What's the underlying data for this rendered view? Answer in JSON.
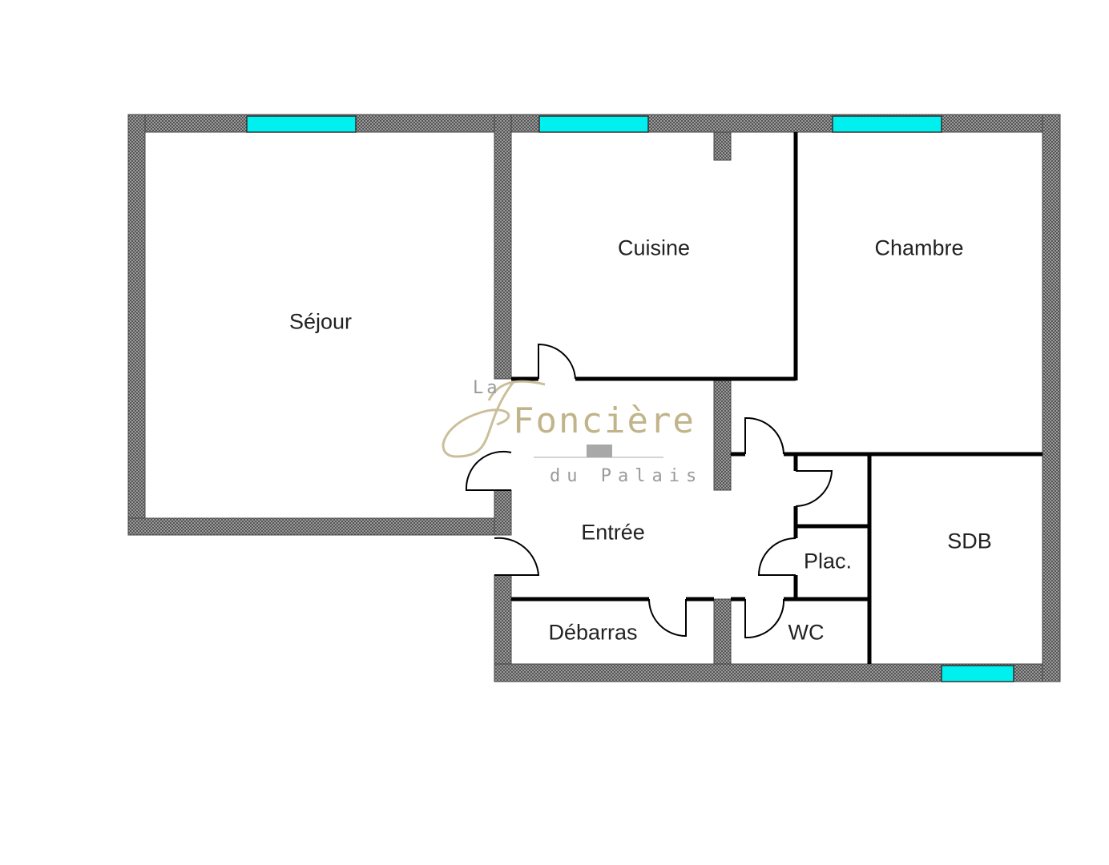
{
  "rooms": {
    "sejour": "Séjour",
    "cuisine": "Cuisine",
    "chambre": "Chambre",
    "entree": "Entrée",
    "sdb": "SDB",
    "placard": "Plac.",
    "debarras": "Débarras",
    "wc": "WC"
  },
  "watermark": {
    "prefix": "La",
    "name": "Foncière",
    "suffix": "du Palais"
  },
  "colors": {
    "wall": "#8a8a8a",
    "window": "#00f0f0",
    "logo_gold": "#c2b48a",
    "logo_gray": "#9a9a9a"
  }
}
